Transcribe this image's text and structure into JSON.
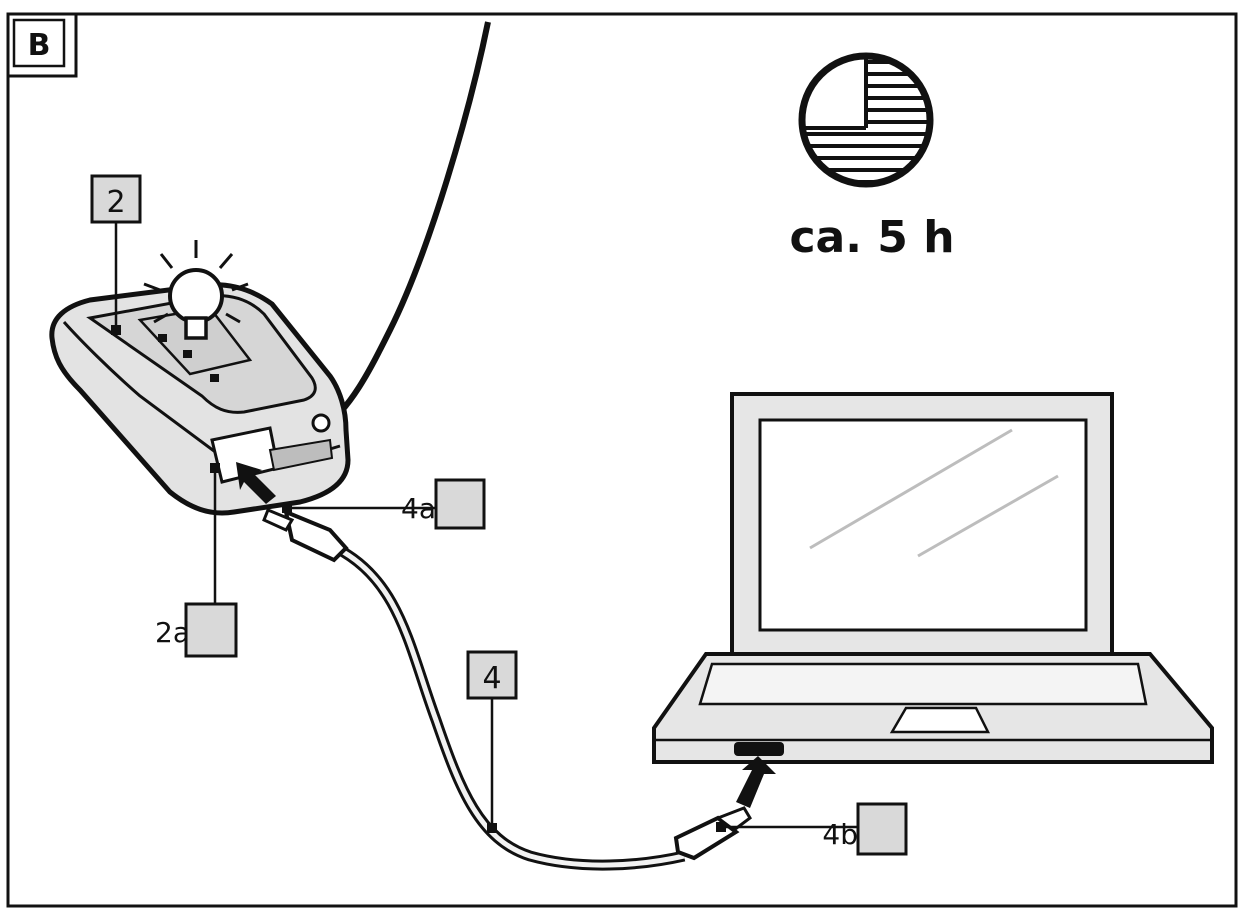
{
  "figure": {
    "panel_letter": "B",
    "duration": "ca. 5 h",
    "clock_icon": "clock-quarter-shaded-icon"
  },
  "callouts": {
    "device": "2",
    "device_port": "2a",
    "cable": "4",
    "cable_plug_device": "4a",
    "cable_plug_laptop": "4b"
  },
  "colors": {
    "callout_box": "#d9d9d9",
    "device_fill": "#e3e3e3",
    "laptop_fill": "#e6e6e6",
    "line": "#111111"
  }
}
